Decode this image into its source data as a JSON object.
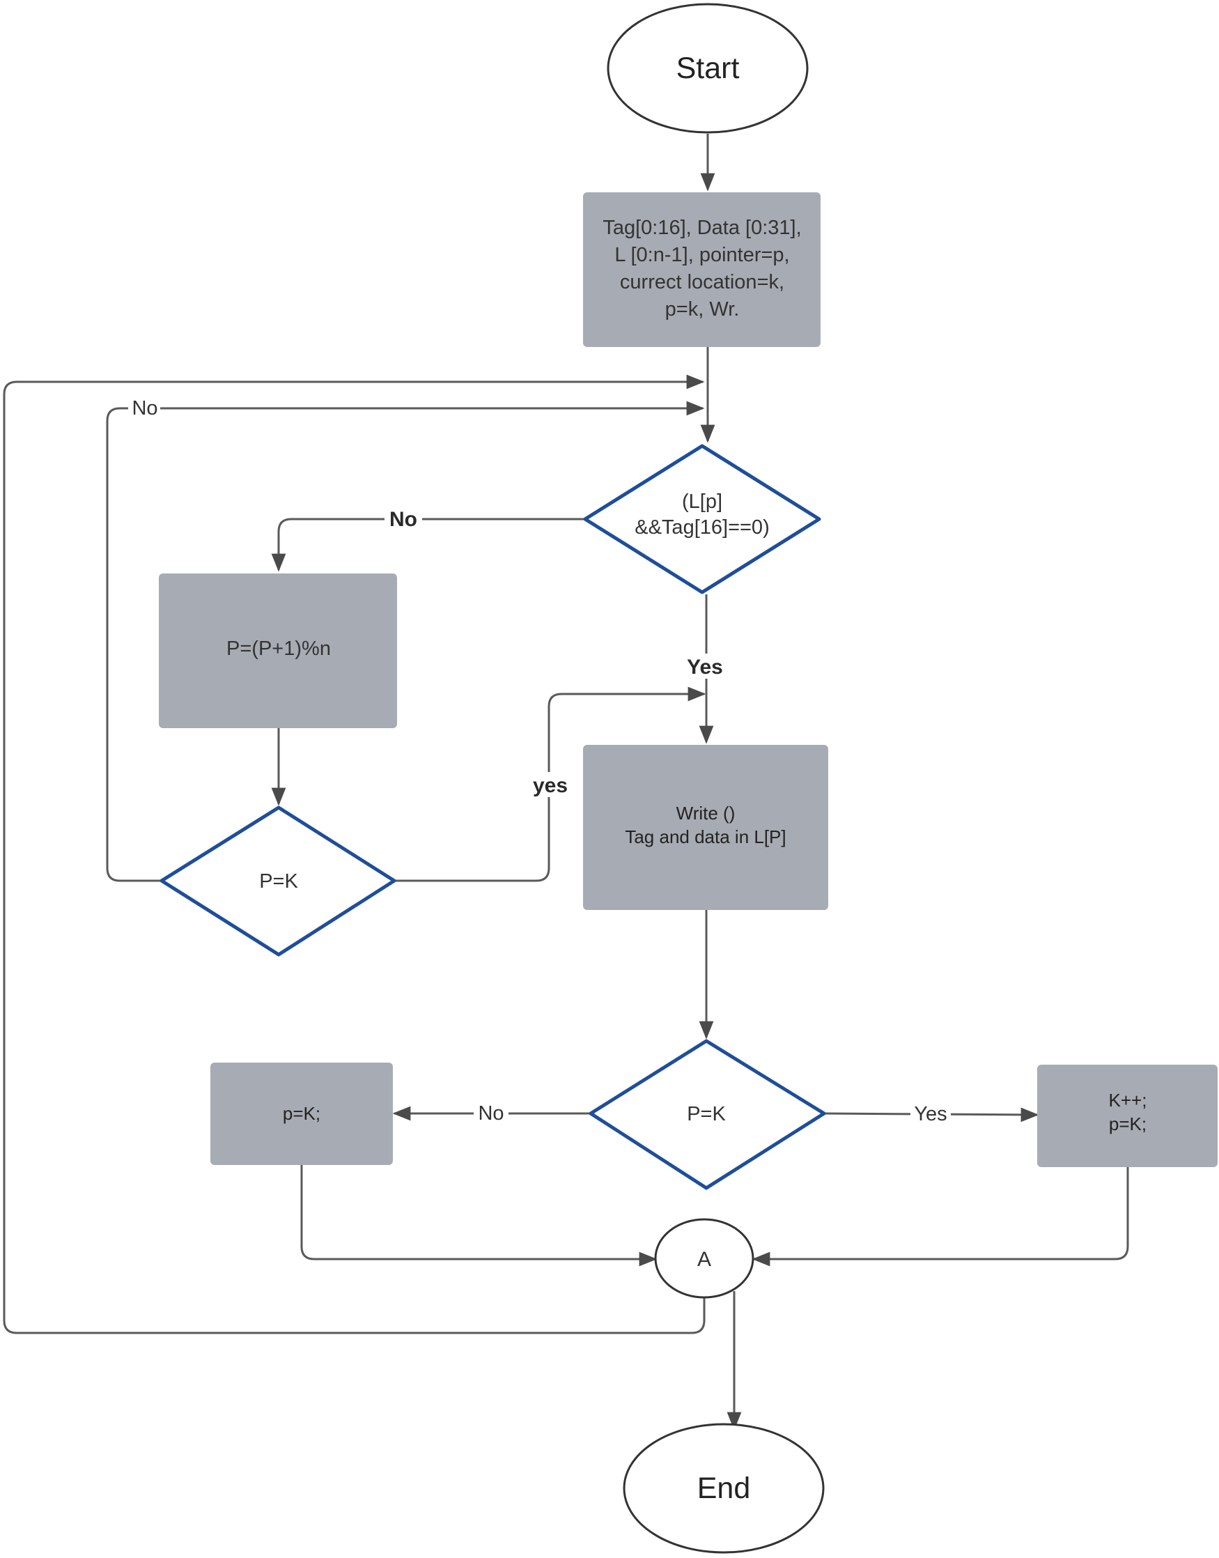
{
  "nodes": {
    "start": {
      "label": "Start"
    },
    "init": {
      "lines": [
        "Tag[0:16], Data [0:31],",
        "L [0:n-1], pointer=p,",
        "currect location=k,",
        "p=k, Wr."
      ]
    },
    "check_free": {
      "lines": [
        "(L[p]",
        "&&Tag[16]==0)"
      ]
    },
    "increment": {
      "label": "P=(P+1)%n"
    },
    "loop_check": {
      "label": "P=K"
    },
    "write": {
      "lines": [
        "Write ()",
        "Tag and data in L[P]"
      ]
    },
    "compare": {
      "label": "P=K"
    },
    "reset": {
      "label": "p=K;"
    },
    "advance": {
      "lines": [
        "K++;",
        "p=K;"
      ]
    },
    "connector": {
      "label": "A"
    },
    "end": {
      "label": "End"
    }
  },
  "edge_labels": {
    "loop_no": "No",
    "check_no": "No",
    "check_yes": "Yes",
    "loop_yes": "yes",
    "compare_no": "No",
    "compare_yes": "Yes"
  }
}
